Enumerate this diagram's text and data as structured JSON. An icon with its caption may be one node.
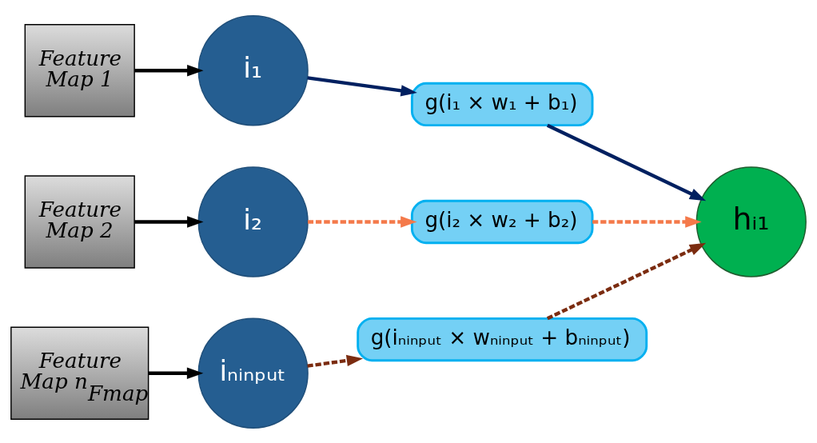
{
  "diagram": {
    "nodes": [
      {
        "text": [
          "Feature Map 1"
        ]
      },
      {
        "text": [
          "i₁"
        ]
      },
      {
        "text": [
          "g(i₁ × w₁ + b₁)"
        ]
      },
      {
        "text": [
          "Feature Map 2"
        ]
      },
      {
        "text": [
          "i₂"
        ]
      },
      {
        "text": [
          "g(i₂ × w₂ + b₂)"
        ]
      },
      {
        "text": [
          "Feature Map n$_{Fmap}$"
        ]
      },
      {
        "text": [
          "iₙᵢₙₚᵤₜ"
        ]
      },
      {
        "text": [
          "g(iₙᵢₙₚᵤₜ × wₙᵢₙₚᵤₜ + bₙᵢₙₚᵤₜ)"
        ]
      },
      {
        "text": [
          "hᵢ₁"
        ]
      }
    ],
    "edges": [
      {
        "from": 0,
        "to": 1,
        "arrow": "to"
      },
      {
        "from": 1,
        "to": 2,
        "arrow": "to",
        "color": "#002060"
      },
      {
        "from": 2,
        "to": 9,
        "arrow": "to",
        "color": "#002060"
      },
      {
        "from": 3,
        "to": 4,
        "arrow": "to"
      },
      {
        "from": 4,
        "to": 5,
        "arrow": "to",
        "style": "dashed",
        "color": "#f4794a"
      },
      {
        "from": 5,
        "to": 9,
        "arrow": "to",
        "style": "dashed",
        "color": "#f4794a"
      },
      {
        "from": 6,
        "to": 7,
        "arrow": "to"
      },
      {
        "from": 7,
        "to": 8,
        "arrow": "to",
        "style": "dashed",
        "color": "#7b2c10"
      },
      {
        "from": 8,
        "to": 9,
        "arrow": "to",
        "style": "dashed",
        "color": "#7b2c10"
      }
    ]
  }
}
